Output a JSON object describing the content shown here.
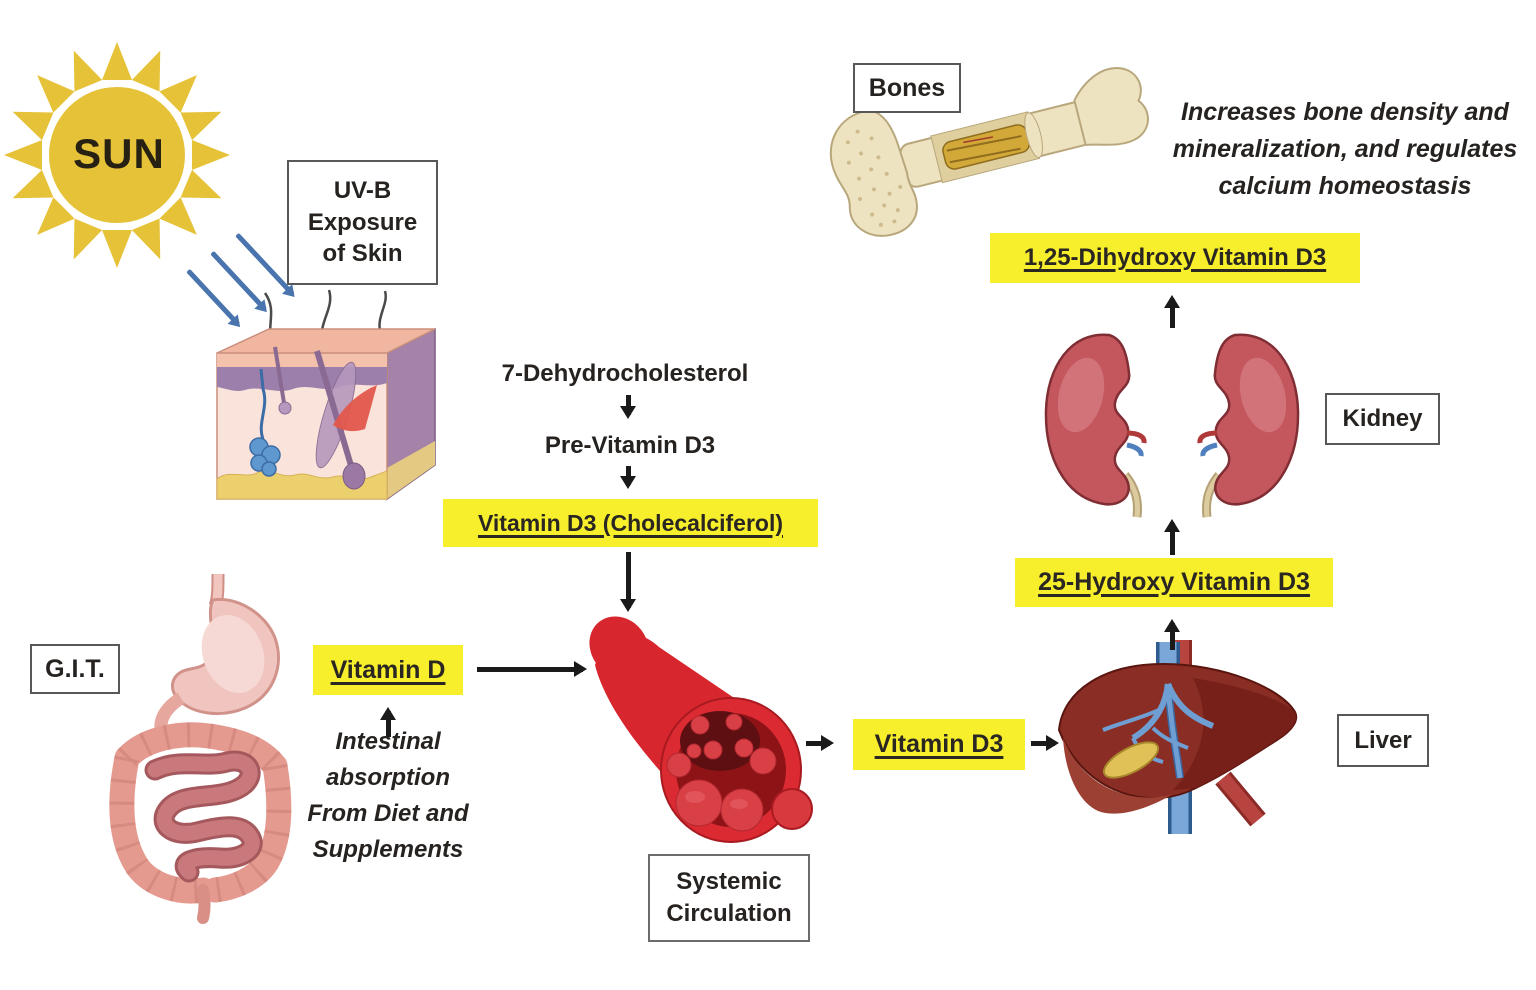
{
  "title": "Vitamin D synthesis and metabolism pathway",
  "labels": {
    "sun": "SUN",
    "uvb_exposure": "UV-B\nExposure\nof Skin",
    "git": "G.I.T.",
    "systemic_circulation": "Systemic\nCirculation",
    "liver": "Liver",
    "kidney": "Kidney",
    "bones": "Bones"
  },
  "nodes": {
    "seven_dehydrocholesterol": "7-Dehydrocholesterol",
    "pre_vitamin_d3": "Pre-Vitamin D3",
    "vitamin_d3_cholecalciferol": "Vitamin D3 (Cholecalciferol)",
    "vitamin_d": "Vitamin D",
    "vitamin_d3": "Vitamin D3",
    "hydroxy_25_vitamin_d3": "25-Hydroxy Vitamin D3",
    "dihydroxy_1_25_vitamin_d3": "1,25-Dihydroxy Vitamin D3"
  },
  "notes": {
    "intestinal_absorption": "Intestinal\nabsorption\nFrom Diet and\nSupplements",
    "bone_effect": "Increases bone density and\nmineralization, and regulates\ncalcium homeostasis"
  },
  "icons": {
    "sun": "sun-icon",
    "uv_rays": "uv-rays-arrows-icon",
    "skin": "skin-cross-section-icon",
    "git": "gastrointestinal-tract-icon",
    "vessel": "blood-vessel-icon",
    "liver": "liver-icon",
    "kidneys": "kidneys-icon",
    "bone": "bone-icon"
  },
  "colors": {
    "highlight_yellow": "#f7ee2c",
    "sun_yellow": "#e6c238",
    "uv_arrow_blue": "#4a74ad",
    "arrow_black": "#1a1a1a",
    "box_border_gray": "#57585a",
    "background": "#ffffff"
  }
}
